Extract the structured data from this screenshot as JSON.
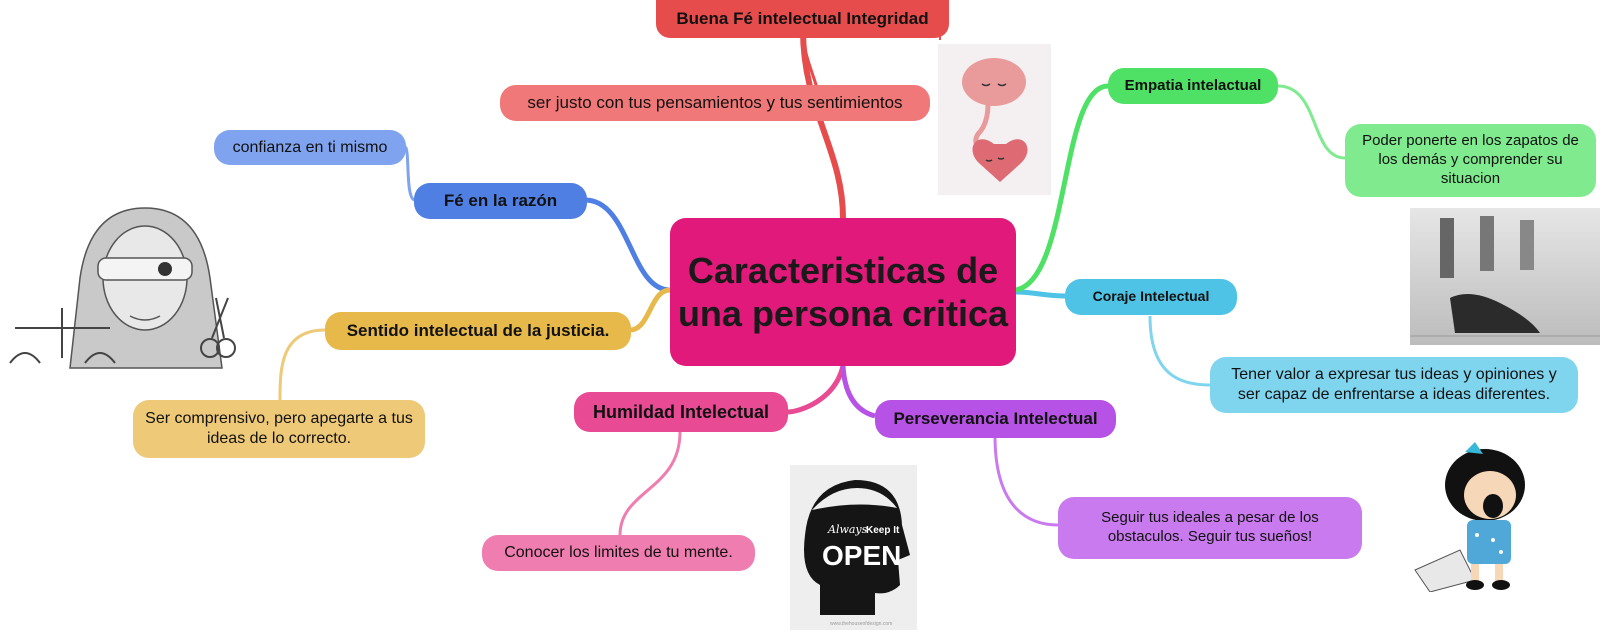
{
  "central": {
    "text": "Caracteristicas de una persona critica",
    "color": "#e0197a"
  },
  "branches": [
    {
      "id": "buena-fe",
      "label": "Buena Fé intelectual Integridad",
      "color": "#e74c4c",
      "detail": "ser justo con tus pensamientos y tus sentimientos",
      "detail_color": "#f07878"
    },
    {
      "id": "fe-razon",
      "label": "Fé en la razón",
      "color": "#4f7fe3",
      "detail": "confianza en ti mismo",
      "detail_color": "#7fa3ee"
    },
    {
      "id": "justicia",
      "label": "Sentido intelectual de la justicia.",
      "color": "#e7b94a",
      "detail": "Ser comprensivo, pero apegarte a tus ideas de lo correcto.",
      "detail_color": "#eec978"
    },
    {
      "id": "humildad",
      "label": "Humildad Intelectual",
      "color": "#e84a94",
      "detail": "Conocer los limites de tu mente.",
      "detail_color": "#f07db0"
    },
    {
      "id": "perseverancia",
      "label": "Perseverancia Intelectual",
      "color": "#b752e6",
      "detail": "Seguir tus ideales a pesar de los obstaculos. Seguir tus sueños!",
      "detail_color": "#c97aee"
    },
    {
      "id": "coraje",
      "label": "Coraje Intelectual",
      "color": "#4fc3e6",
      "detail": "Tener valor a expresar tus ideas y opiniones y ser capaz de enfrentarse a ideas diferentes.",
      "detail_color": "#7fd5ee"
    },
    {
      "id": "empatia",
      "label": "Empatia intelactual",
      "color": "#4fe066",
      "detail": "Poder ponerte en los zapatos de los demás y comprender su situacion",
      "detail_color": "#7fea8e"
    }
  ],
  "images": {
    "open_sign": {
      "line1": "Always",
      "line2": "Keep It",
      "line3": "OPEN",
      "footer": "www.thehouseofdesign.com"
    }
  }
}
